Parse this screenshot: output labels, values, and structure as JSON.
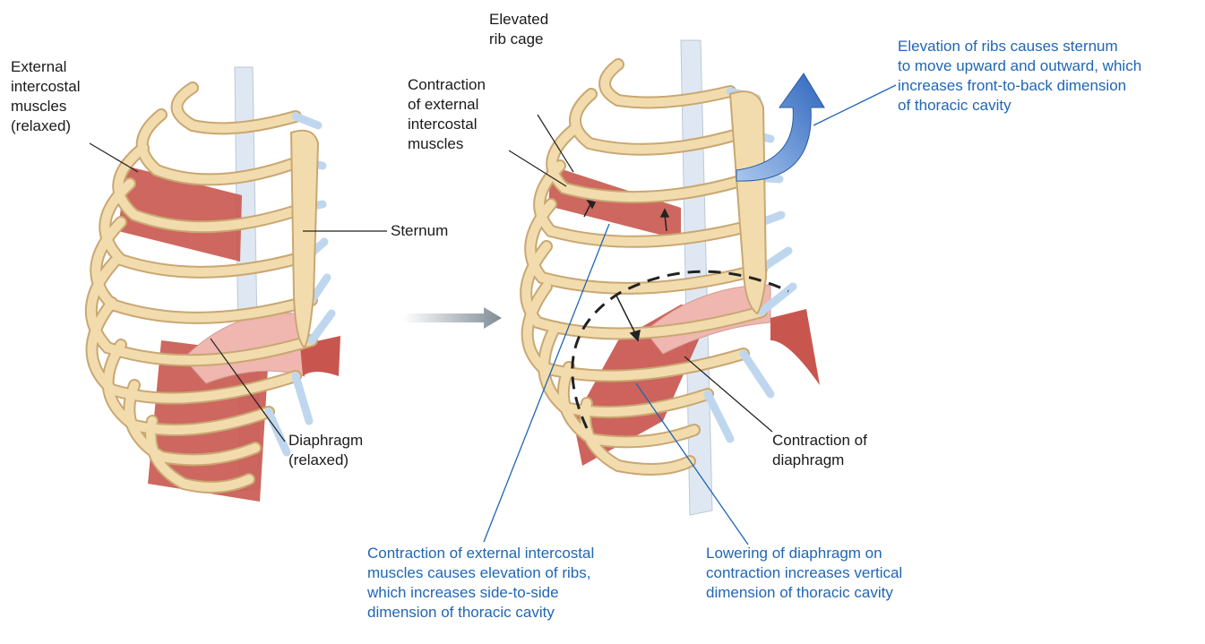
{
  "labels": {
    "external_intercostal_relaxed": "External\nintercostal\nmuscles\n(relaxed)",
    "sternum": "Sternum",
    "diaphragm_relaxed": "Diaphragm\n(relaxed)",
    "elevated_rib_cage": "Elevated\nrib cage",
    "contraction_external_intercostal": "Contraction\nof external\nintercostal\nmuscles",
    "contraction_diaphragm": "Contraction of\ndiaphragm",
    "sternum_note": "Elevation of ribs causes sternum\nto move upward and outward, which\nincreases front-to-back dimension\nof thoracic cavity",
    "side_to_side_note": "Contraction of external intercostal\nmuscles causes elevation of ribs,\nwhich increases side-to-side\ndimension of thoracic cavity",
    "vertical_note": "Lowering of diaphragm on\ncontraction increases vertical\ndimension of thoracic cavity"
  },
  "colors": {
    "bone": "#f2dcae",
    "bone_edge": "#c9a772",
    "cartilage": "#bfd7ee",
    "muscle": "#c9564e",
    "membrane": "#efb7b0",
    "note_blue": "#1f66b5",
    "arrow_gray": "#8d9aa4",
    "arrow_blue": "#3f78c8"
  }
}
